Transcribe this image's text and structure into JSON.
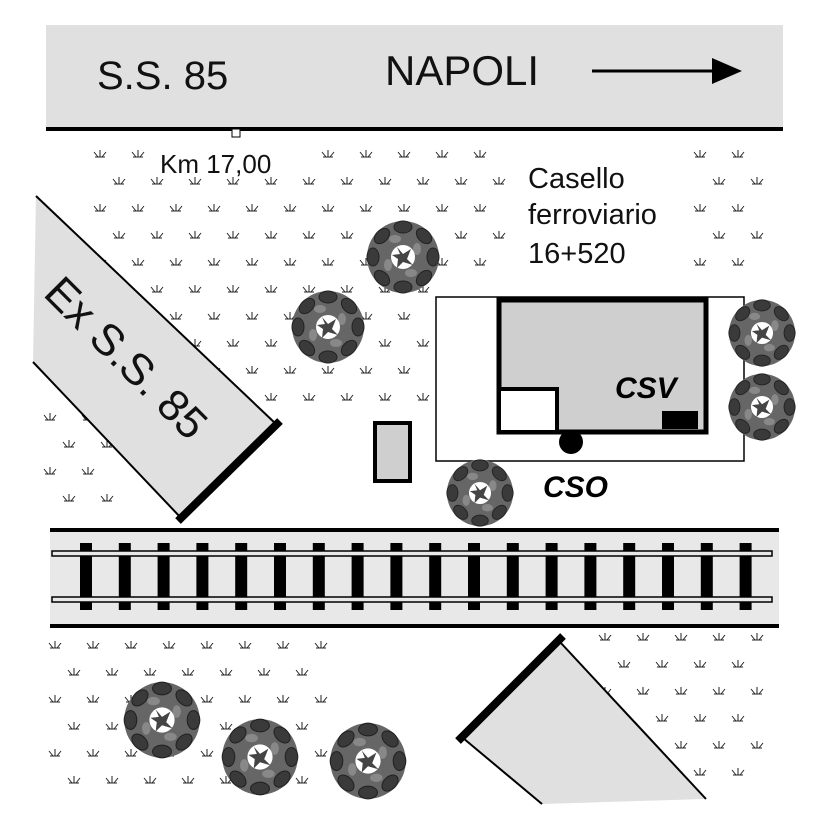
{
  "road_sign": {
    "road_code": "S.S. 85",
    "destination": "NAPOLI"
  },
  "km_marker": "Km 17,00",
  "old_road_label": "Ex S.S. 85",
  "station": {
    "line1": "Casello",
    "line2": "ferroviario",
    "line3": "16+520"
  },
  "csv_label": "CSV",
  "cso_label": "CSO",
  "colors": {
    "road_fill": "#e0e0e0",
    "building_fill": "#cfcfcf",
    "tree_fill": "#555555",
    "line": "#000000"
  },
  "icons": [
    "arrow-right-icon",
    "tree-icon",
    "grass-tuft-icon",
    "railway-track-icon"
  ]
}
